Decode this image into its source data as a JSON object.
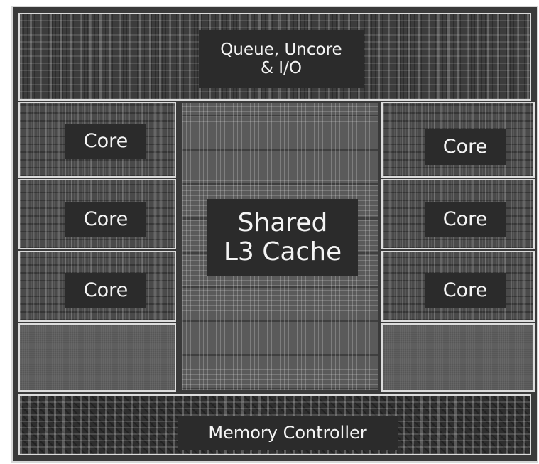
{
  "labels": {
    "top": "Queue, Uncore\n& I/O",
    "core": "Core",
    "l3": "Shared\nL3 Cache",
    "memory": "Memory Controller"
  }
}
